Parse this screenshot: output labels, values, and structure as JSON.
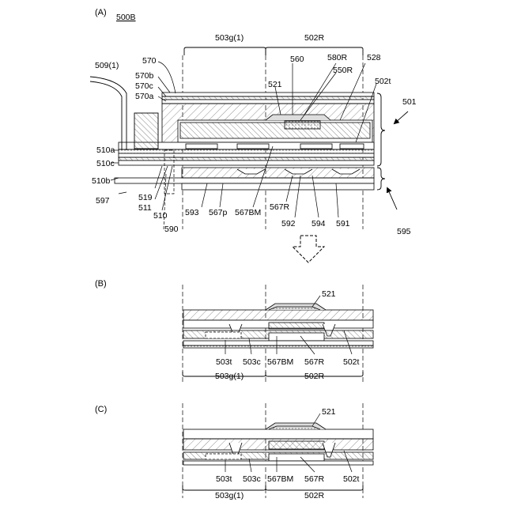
{
  "figure": {
    "title": "500B",
    "panels": {
      "a": {
        "tag": "(A)",
        "labels": {
          "region_503g": "503g(1)",
          "region_502R": "502R",
          "l509": "509(1)",
          "l570": "570",
          "l570b": "570b",
          "l570c": "570c",
          "l570a": "570a",
          "l510a": "510a",
          "l510c": "510c",
          "l510b": "510b",
          "l597": "597",
          "l519": "519",
          "l511": "511",
          "l510": "510",
          "l590": "590",
          "l593": "593",
          "l567p": "567p",
          "l567BM": "567BM",
          "l567R": "567R",
          "l592": "592",
          "l594": "594",
          "l591": "591",
          "l595": "595",
          "l501": "501",
          "l502t": "502t",
          "l528": "528",
          "l580R": "580R",
          "l550R": "550R",
          "l560": "560",
          "l521": "521"
        }
      },
      "b": {
        "tag": "(B)",
        "labels": {
          "l521": "521",
          "l503t": "503t",
          "l503c": "503c",
          "l567BM": "567BM",
          "l567R": "567R",
          "l502t": "502t",
          "region_503g": "503g(1)",
          "region_502R": "502R"
        }
      },
      "c": {
        "tag": "(C)",
        "labels": {
          "l521": "521",
          "l503t": "503t",
          "l503c": "503c",
          "l567BM": "567BM",
          "l567R": "567R",
          "l502t": "502t",
          "region_503g": "503g(1)",
          "region_502R": "502R"
        }
      }
    }
  }
}
